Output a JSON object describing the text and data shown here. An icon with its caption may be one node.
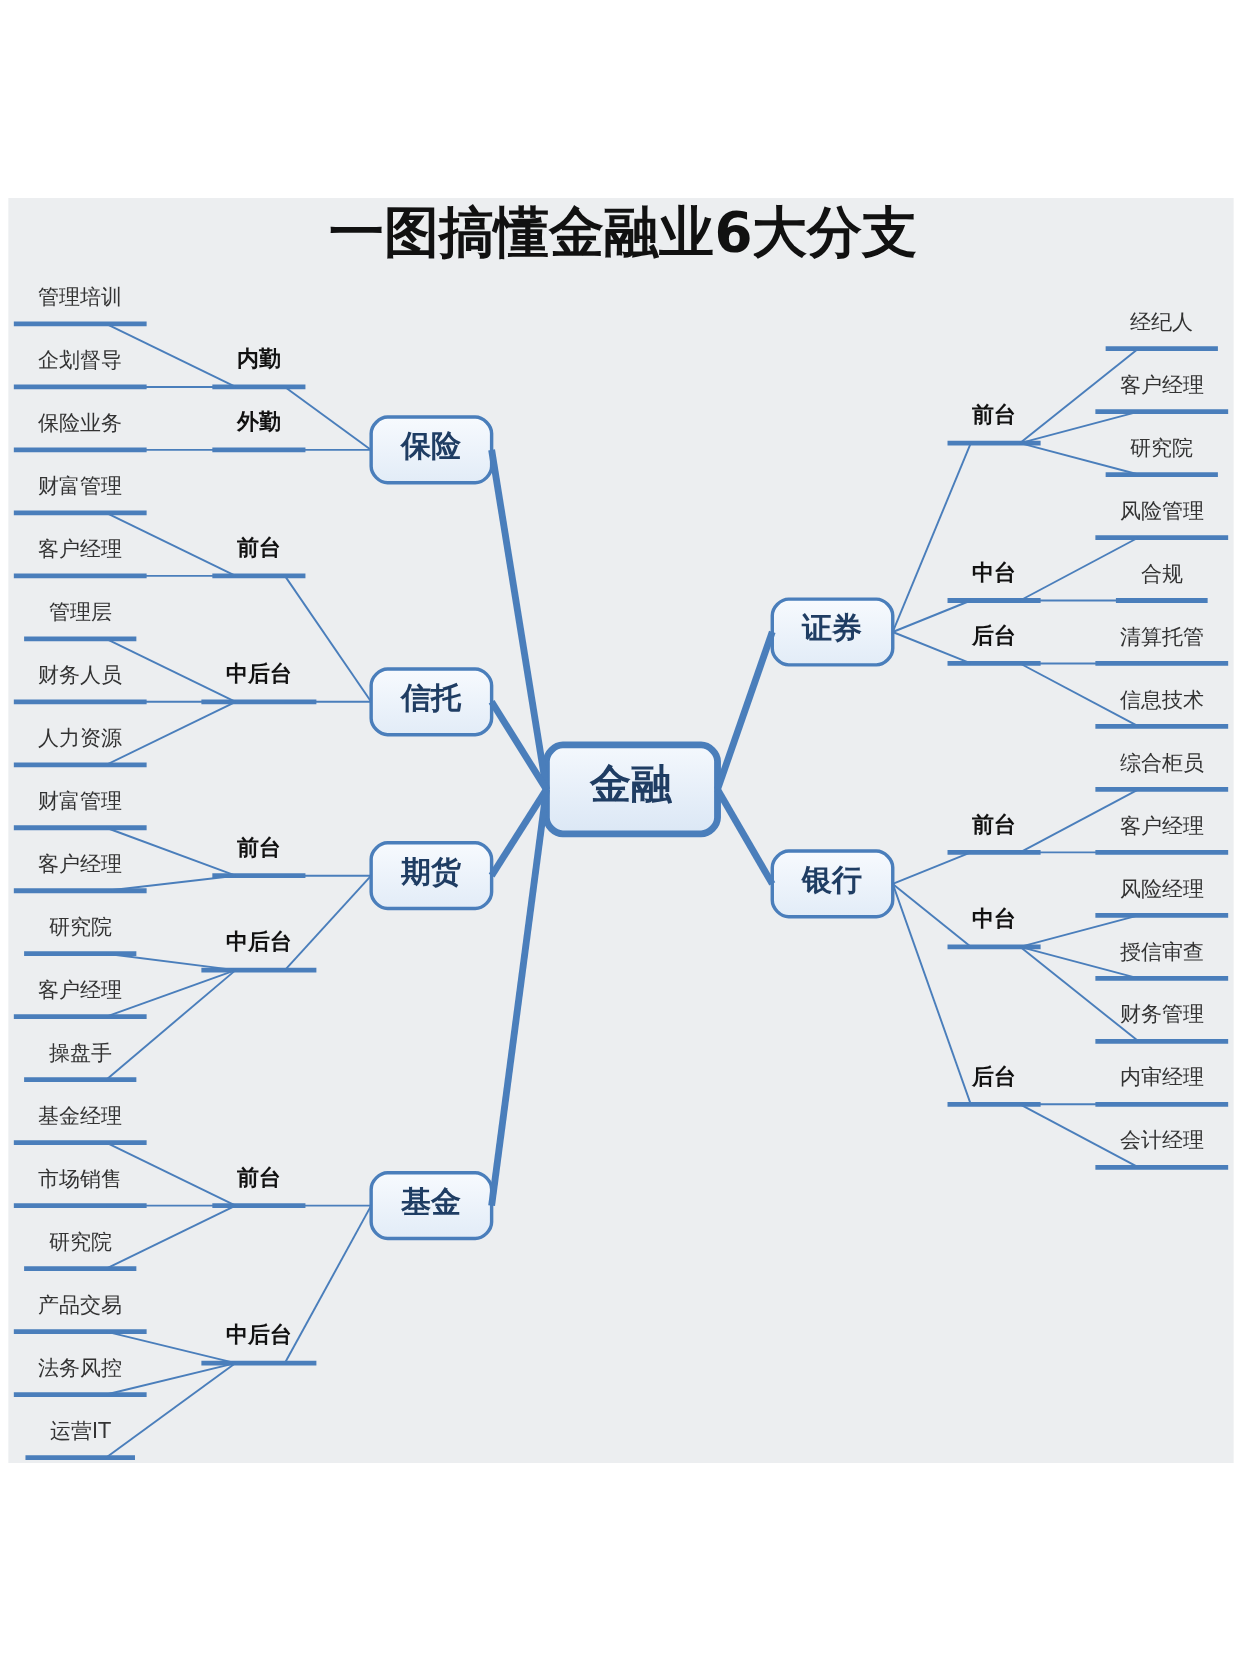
{
  "diagram": {
    "title": "一图搞懂金融业6大分支",
    "nodes": [
      {
        "text": [
          "金融"
        ]
      },
      {
        "text": [
          "保险"
        ]
      },
      {
        "text": [
          "内勤"
        ]
      },
      {
        "text": [
          "管理培训"
        ]
      },
      {
        "text": [
          "企划督导"
        ]
      },
      {
        "text": [
          "外勤"
        ]
      },
      {
        "text": [
          "保险业务"
        ]
      },
      {
        "text": [
          "信托"
        ]
      },
      {
        "text": [
          "前台"
        ]
      },
      {
        "text": [
          "财富管理"
        ]
      },
      {
        "text": [
          "客户经理"
        ]
      },
      {
        "text": [
          "中后台"
        ]
      },
      {
        "text": [
          "管理层"
        ]
      },
      {
        "text": [
          "财务人员"
        ]
      },
      {
        "text": [
          "人力资源"
        ]
      },
      {
        "text": [
          "期货"
        ]
      },
      {
        "text": [
          "前台"
        ]
      },
      {
        "text": [
          "财富管理"
        ]
      },
      {
        "text": [
          "客户经理"
        ]
      },
      {
        "text": [
          "中后台"
        ]
      },
      {
        "text": [
          "研究院"
        ]
      },
      {
        "text": [
          "客户经理"
        ]
      },
      {
        "text": [
          "操盘手"
        ]
      },
      {
        "text": [
          "基金"
        ]
      },
      {
        "text": [
          "前台"
        ]
      },
      {
        "text": [
          "基金经理"
        ]
      },
      {
        "text": [
          "市场销售"
        ]
      },
      {
        "text": [
          "研究院"
        ]
      },
      {
        "text": [
          "中后台"
        ]
      },
      {
        "text": [
          "产品交易"
        ]
      },
      {
        "text": [
          "法务风控"
        ]
      },
      {
        "text": [
          "运营IT"
        ]
      },
      {
        "text": [
          "证券"
        ]
      },
      {
        "text": [
          "前台"
        ]
      },
      {
        "text": [
          "经纪人"
        ]
      },
      {
        "text": [
          "客户经理"
        ]
      },
      {
        "text": [
          "研究院"
        ]
      },
      {
        "text": [
          "中台"
        ]
      },
      {
        "text": [
          "风险管理"
        ]
      },
      {
        "text": [
          "合规"
        ]
      },
      {
        "text": [
          "后台"
        ]
      },
      {
        "text": [
          "清算托管"
        ]
      },
      {
        "text": [
          "信息技术"
        ]
      },
      {
        "text": [
          "银行"
        ]
      },
      {
        "text": [
          "前台"
        ]
      },
      {
        "text": [
          "综合柜员"
        ]
      },
      {
        "text": [
          "客户经理"
        ]
      },
      {
        "text": [
          "中台"
        ]
      },
      {
        "text": [
          "风险经理"
        ]
      },
      {
        "text": [
          "授信审查"
        ]
      },
      {
        "text": [
          "财务管理"
        ]
      },
      {
        "text": [
          "后台"
        ]
      },
      {
        "text": [
          "内审经理"
        ]
      },
      {
        "text": [
          "会计经理"
        ]
      }
    ],
    "edges": [
      {
        "from": 1,
        "to": 0,
        "arrow": "none",
        "style": "thick"
      },
      {
        "from": 2,
        "to": 1,
        "arrow": "none"
      },
      {
        "from": 3,
        "to": 2,
        "arrow": "none"
      },
      {
        "from": 4,
        "to": 2,
        "arrow": "none"
      },
      {
        "from": 5,
        "to": 1,
        "arrow": "none"
      },
      {
        "from": 6,
        "to": 5,
        "arrow": "none"
      },
      {
        "from": 7,
        "to": 0,
        "arrow": "none",
        "style": "thick"
      },
      {
        "from": 8,
        "to": 7,
        "arrow": "none"
      },
      {
        "from": 9,
        "to": 8,
        "arrow": "none"
      },
      {
        "from": 10,
        "to": 8,
        "arrow": "none"
      },
      {
        "from": 11,
        "to": 7,
        "arrow": "none"
      },
      {
        "from": 12,
        "to": 11,
        "arrow": "none"
      },
      {
        "from": 13,
        "to": 11,
        "arrow": "none"
      },
      {
        "from": 14,
        "to": 11,
        "arrow": "none"
      },
      {
        "from": 15,
        "to": 0,
        "arrow": "none",
        "style": "thick"
      },
      {
        "from": 16,
        "to": 15,
        "arrow": "none"
      },
      {
        "from": 17,
        "to": 16,
        "arrow": "none"
      },
      {
        "from": 18,
        "to": 16,
        "arrow": "none"
      },
      {
        "from": 19,
        "to": 15,
        "arrow": "none"
      },
      {
        "from": 20,
        "to": 19,
        "arrow": "none"
      },
      {
        "from": 21,
        "to": 19,
        "arrow": "none"
      },
      {
        "from": 22,
        "to": 19,
        "arrow": "none"
      },
      {
        "from": 23,
        "to": 0,
        "arrow": "none",
        "style": "thick"
      },
      {
        "from": 24,
        "to": 23,
        "arrow": "none"
      },
      {
        "from": 25,
        "to": 24,
        "arrow": "none"
      },
      {
        "from": 26,
        "to": 24,
        "arrow": "none"
      },
      {
        "from": 27,
        "to": 24,
        "arrow": "none"
      },
      {
        "from": 28,
        "to": 23,
        "arrow": "none"
      },
      {
        "from": 29,
        "to": 28,
        "arrow": "none"
      },
      {
        "from": 30,
        "to": 28,
        "arrow": "none"
      },
      {
        "from": 31,
        "to": 28,
        "arrow": "none"
      },
      {
        "from": 0,
        "to": 32,
        "arrow": "none",
        "style": "thick"
      },
      {
        "from": 32,
        "to": 33,
        "arrow": "none"
      },
      {
        "from": 33,
        "to": 34,
        "arrow": "none"
      },
      {
        "from": 33,
        "to": 35,
        "arrow": "none"
      },
      {
        "from": 33,
        "to": 36,
        "arrow": "none"
      },
      {
        "from": 32,
        "to": 37,
        "arrow": "none"
      },
      {
        "from": 37,
        "to": 38,
        "arrow": "none"
      },
      {
        "from": 37,
        "to": 39,
        "arrow": "none"
      },
      {
        "from": 32,
        "to": 40,
        "arrow": "none"
      },
      {
        "from": 40,
        "to": 41,
        "arrow": "none"
      },
      {
        "from": 40,
        "to": 42,
        "arrow": "none"
      },
      {
        "from": 0,
        "to": 43,
        "arrow": "none",
        "style": "thick"
      },
      {
        "from": 43,
        "to": 44,
        "arrow": "none"
      },
      {
        "from": 44,
        "to": 45,
        "arrow": "none"
      },
      {
        "from": 44,
        "to": 46,
        "arrow": "none"
      },
      {
        "from": 43,
        "to": 47,
        "arrow": "none"
      },
      {
        "from": 47,
        "to": 48,
        "arrow": "none"
      },
      {
        "from": 47,
        "to": 49,
        "arrow": "none"
      },
      {
        "from": 47,
        "to": 50,
        "arrow": "none"
      },
      {
        "from": 43,
        "to": 51,
        "arrow": "none"
      },
      {
        "from": 51,
        "to": 52,
        "arrow": "none"
      },
      {
        "from": 51,
        "to": 53,
        "arrow": "none"
      }
    ]
  }
}
